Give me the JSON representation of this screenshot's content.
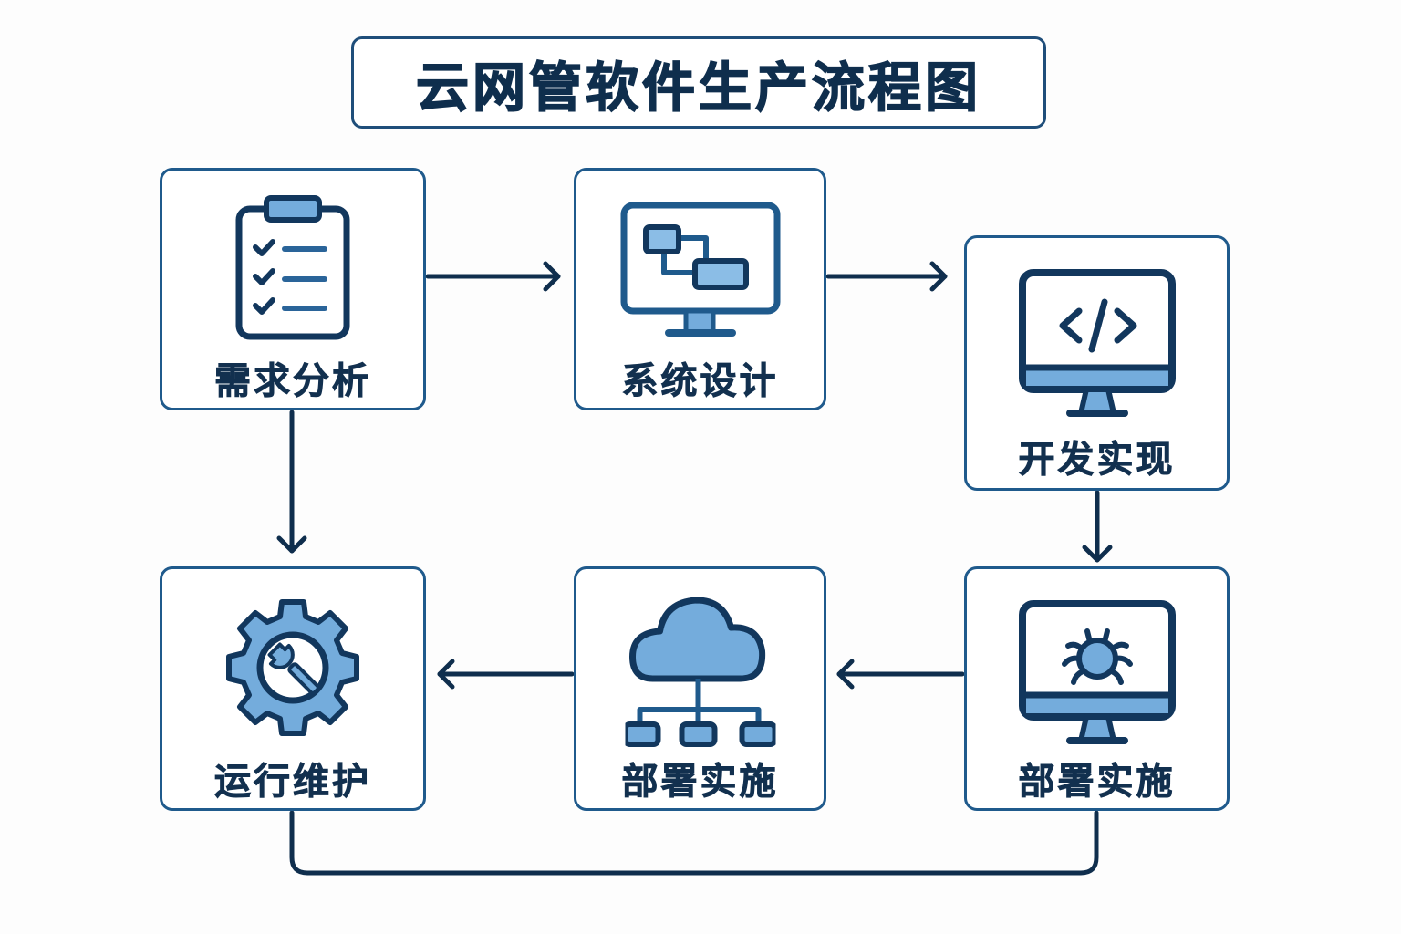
{
  "title": "云网管软件生产流程图",
  "colors": {
    "dark_navy": "#0f2e4d",
    "border_blue": "#1f5a8c",
    "icon_fill_light": "#74acdc",
    "background": "#fdfdfd"
  },
  "nodes": [
    {
      "id": "n1",
      "label": "需求分析",
      "icon": "clipboard-checklist-icon"
    },
    {
      "id": "n2",
      "label": "系统设计",
      "icon": "monitor-diagram-icon"
    },
    {
      "id": "n3",
      "label": "开发实现",
      "icon": "monitor-code-icon"
    },
    {
      "id": "n4",
      "label": "部署实施",
      "icon": "monitor-bug-icon"
    },
    {
      "id": "n5",
      "label": "部署实施",
      "icon": "cloud-network-icon"
    },
    {
      "id": "n6",
      "label": "运行维护",
      "icon": "gear-wrench-icon"
    }
  ],
  "edges": [
    {
      "from": "需求分析",
      "to": "系统设计",
      "direction": "right"
    },
    {
      "from": "系统设计",
      "to": "开发实现",
      "direction": "right"
    },
    {
      "from": "开发实现",
      "to": "部署实施",
      "direction": "down"
    },
    {
      "from": "部署实施",
      "to": "部署实施",
      "direction": "left"
    },
    {
      "from": "部署实施",
      "to": "运行维护",
      "direction": "left"
    },
    {
      "from": "需求分析",
      "to": "运行维护",
      "direction": "down"
    },
    {
      "from": "运行维护",
      "to": "部署实施",
      "direction": "loop-bottom"
    }
  ]
}
